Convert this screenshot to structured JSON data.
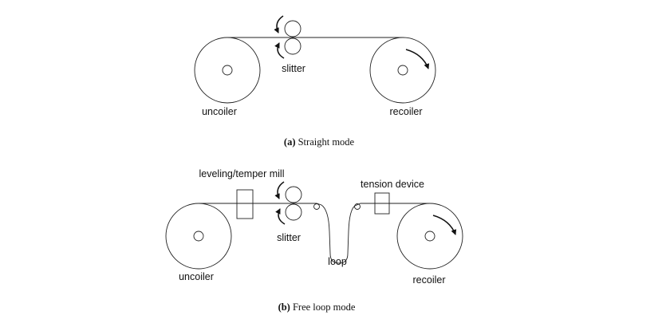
{
  "panel_a": {
    "labels": {
      "slitter": "slitter",
      "uncoiler": "uncoiler",
      "recoiler": "recoiler"
    },
    "caption": {
      "tag": "(a)",
      "text": "Straight mode"
    }
  },
  "panel_b": {
    "labels": {
      "leveling": "leveling/temper mill",
      "tension": "tension device",
      "slitter": "slitter",
      "loop": "loop",
      "uncoiler": "uncoiler",
      "recoiler": "recoiler"
    },
    "caption": {
      "tag": "(b)",
      "text": "Free loop mode"
    }
  },
  "icons": {
    "rotation_arrow": "curved-arrow-icon",
    "arrowhead": "arrowhead-icon"
  },
  "colors": {
    "line": "#222222",
    "text": "#111111",
    "background": "#ffffff"
  }
}
